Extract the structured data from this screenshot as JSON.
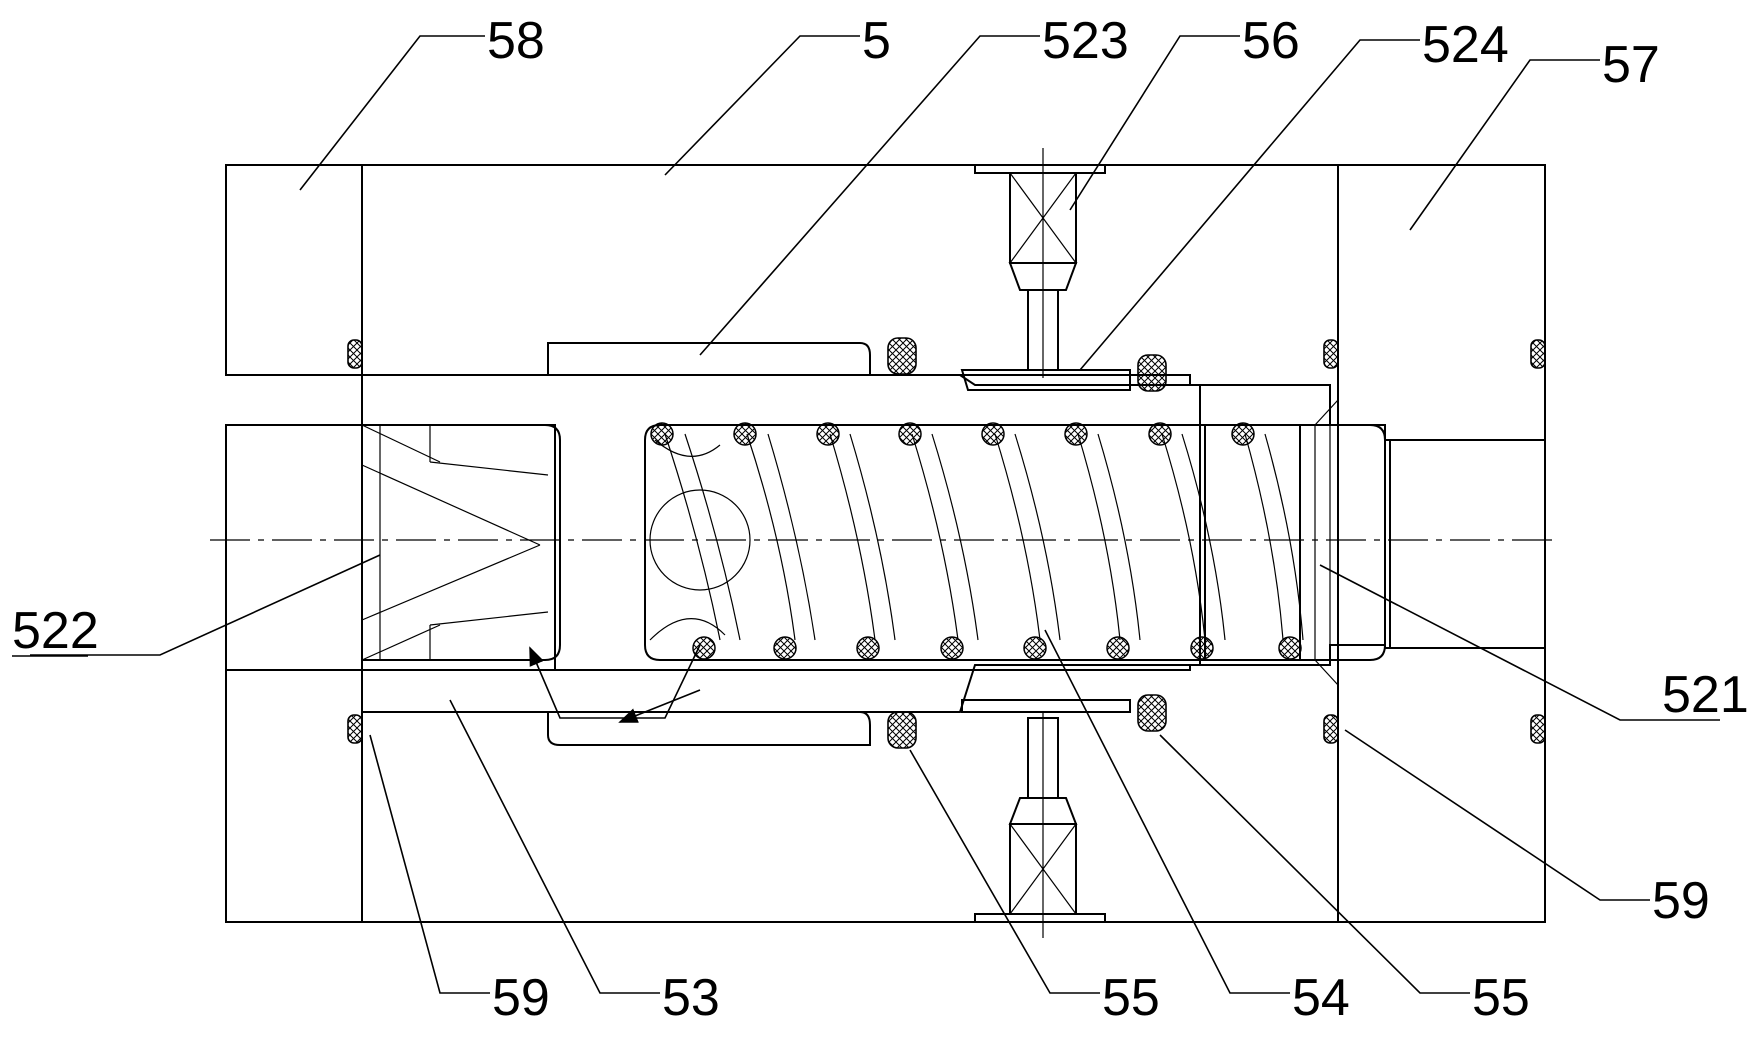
{
  "labels": {
    "l58": "58",
    "l5": "5",
    "l523": "523",
    "l56": "56",
    "l524": "524",
    "l57": "57",
    "l522": "522",
    "l521": "521",
    "l59_right": "59",
    "l59_left": "59",
    "l53": "53",
    "l55_mid": "55",
    "l54": "54",
    "l55_right": "55"
  },
  "colors": {
    "line": "#000000",
    "background": "#ffffff"
  }
}
